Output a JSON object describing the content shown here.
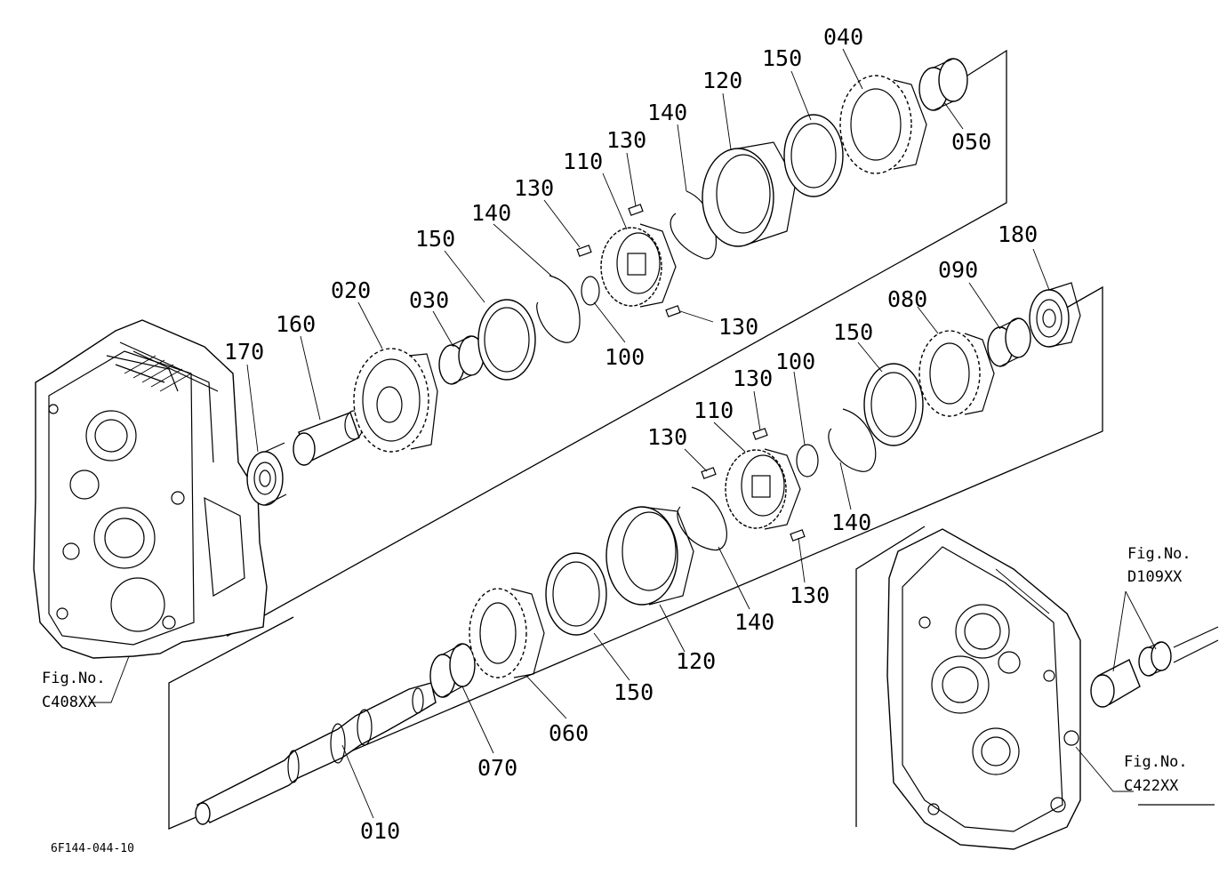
{
  "diagram_code": "6F144-044-10",
  "callouts": [
    "040",
    "050",
    "150",
    "120",
    "140",
    "130",
    "110",
    "130",
    "140",
    "150",
    "030",
    "020",
    "160",
    "170",
    "100",
    "130",
    "180",
    "090",
    "080",
    "150",
    "100",
    "130",
    "110",
    "130",
    "140",
    "130",
    "140",
    "120",
    "150",
    "060",
    "070",
    "010"
  ],
  "fig_refs": [
    {
      "title": "Fig.No.",
      "code": "C408XX"
    },
    {
      "title": "Fig.No.",
      "code": "D109XX"
    },
    {
      "title": "Fig.No.",
      "code": "C422XX"
    }
  ]
}
